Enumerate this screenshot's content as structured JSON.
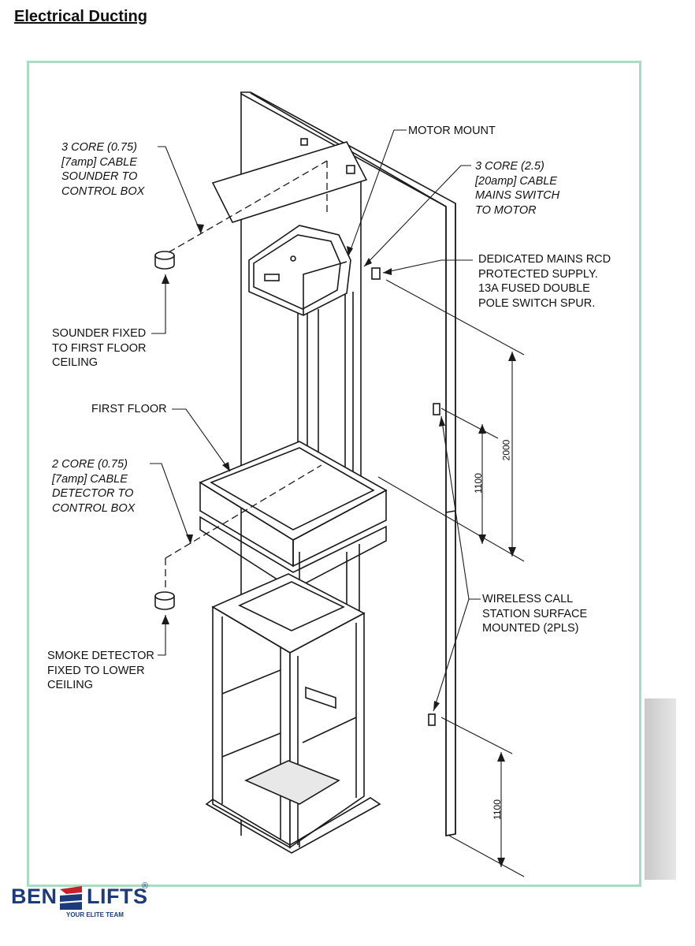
{
  "page": {
    "title": "Electrical Ducting"
  },
  "labels": {
    "cable_sounder": "3 CORE (0.75)\n[7amp] CABLE\nSOUNDER TO\nCONTROL BOX",
    "motor_mount": "MOTOR MOUNT",
    "cable_mains": "3 CORE (2.5)\n[20amp] CABLE\nMAINS SWITCH\nTO MOTOR",
    "dedicated_supply": "DEDICATED MAINS RCD\nPROTECTED SUPPLY.\n13A FUSED DOUBLE\nPOLE SWITCH SPUR.",
    "sounder_fixed": "SOUNDER FIXED\nTO FIRST FLOOR\nCEILING",
    "first_floor": "FIRST FLOOR",
    "cable_detector": "2 CORE (0.75)\n[7amp] CABLE\nDETECTOR TO\nCONTROL BOX",
    "wireless_call": "WIRELESS CALL\nSTATION SURFACE\nMOUNTED (2PLS)",
    "smoke_detector": "SMOKE DETECTOR\nFIXED TO LOWER\nCEILING"
  },
  "dimensions": {
    "upper_total": "2000",
    "upper_station": "1100",
    "lower_station": "1100"
  },
  "logo": {
    "left_word": "BEN",
    "right_word": "LIFTS",
    "tagline": "YOUR ELITE TEAM",
    "registered": "®"
  },
  "colors": {
    "frame_border": "#a9dcc0",
    "logo_blue": "#1d3a7a",
    "logo_red": "#c8202a"
  }
}
